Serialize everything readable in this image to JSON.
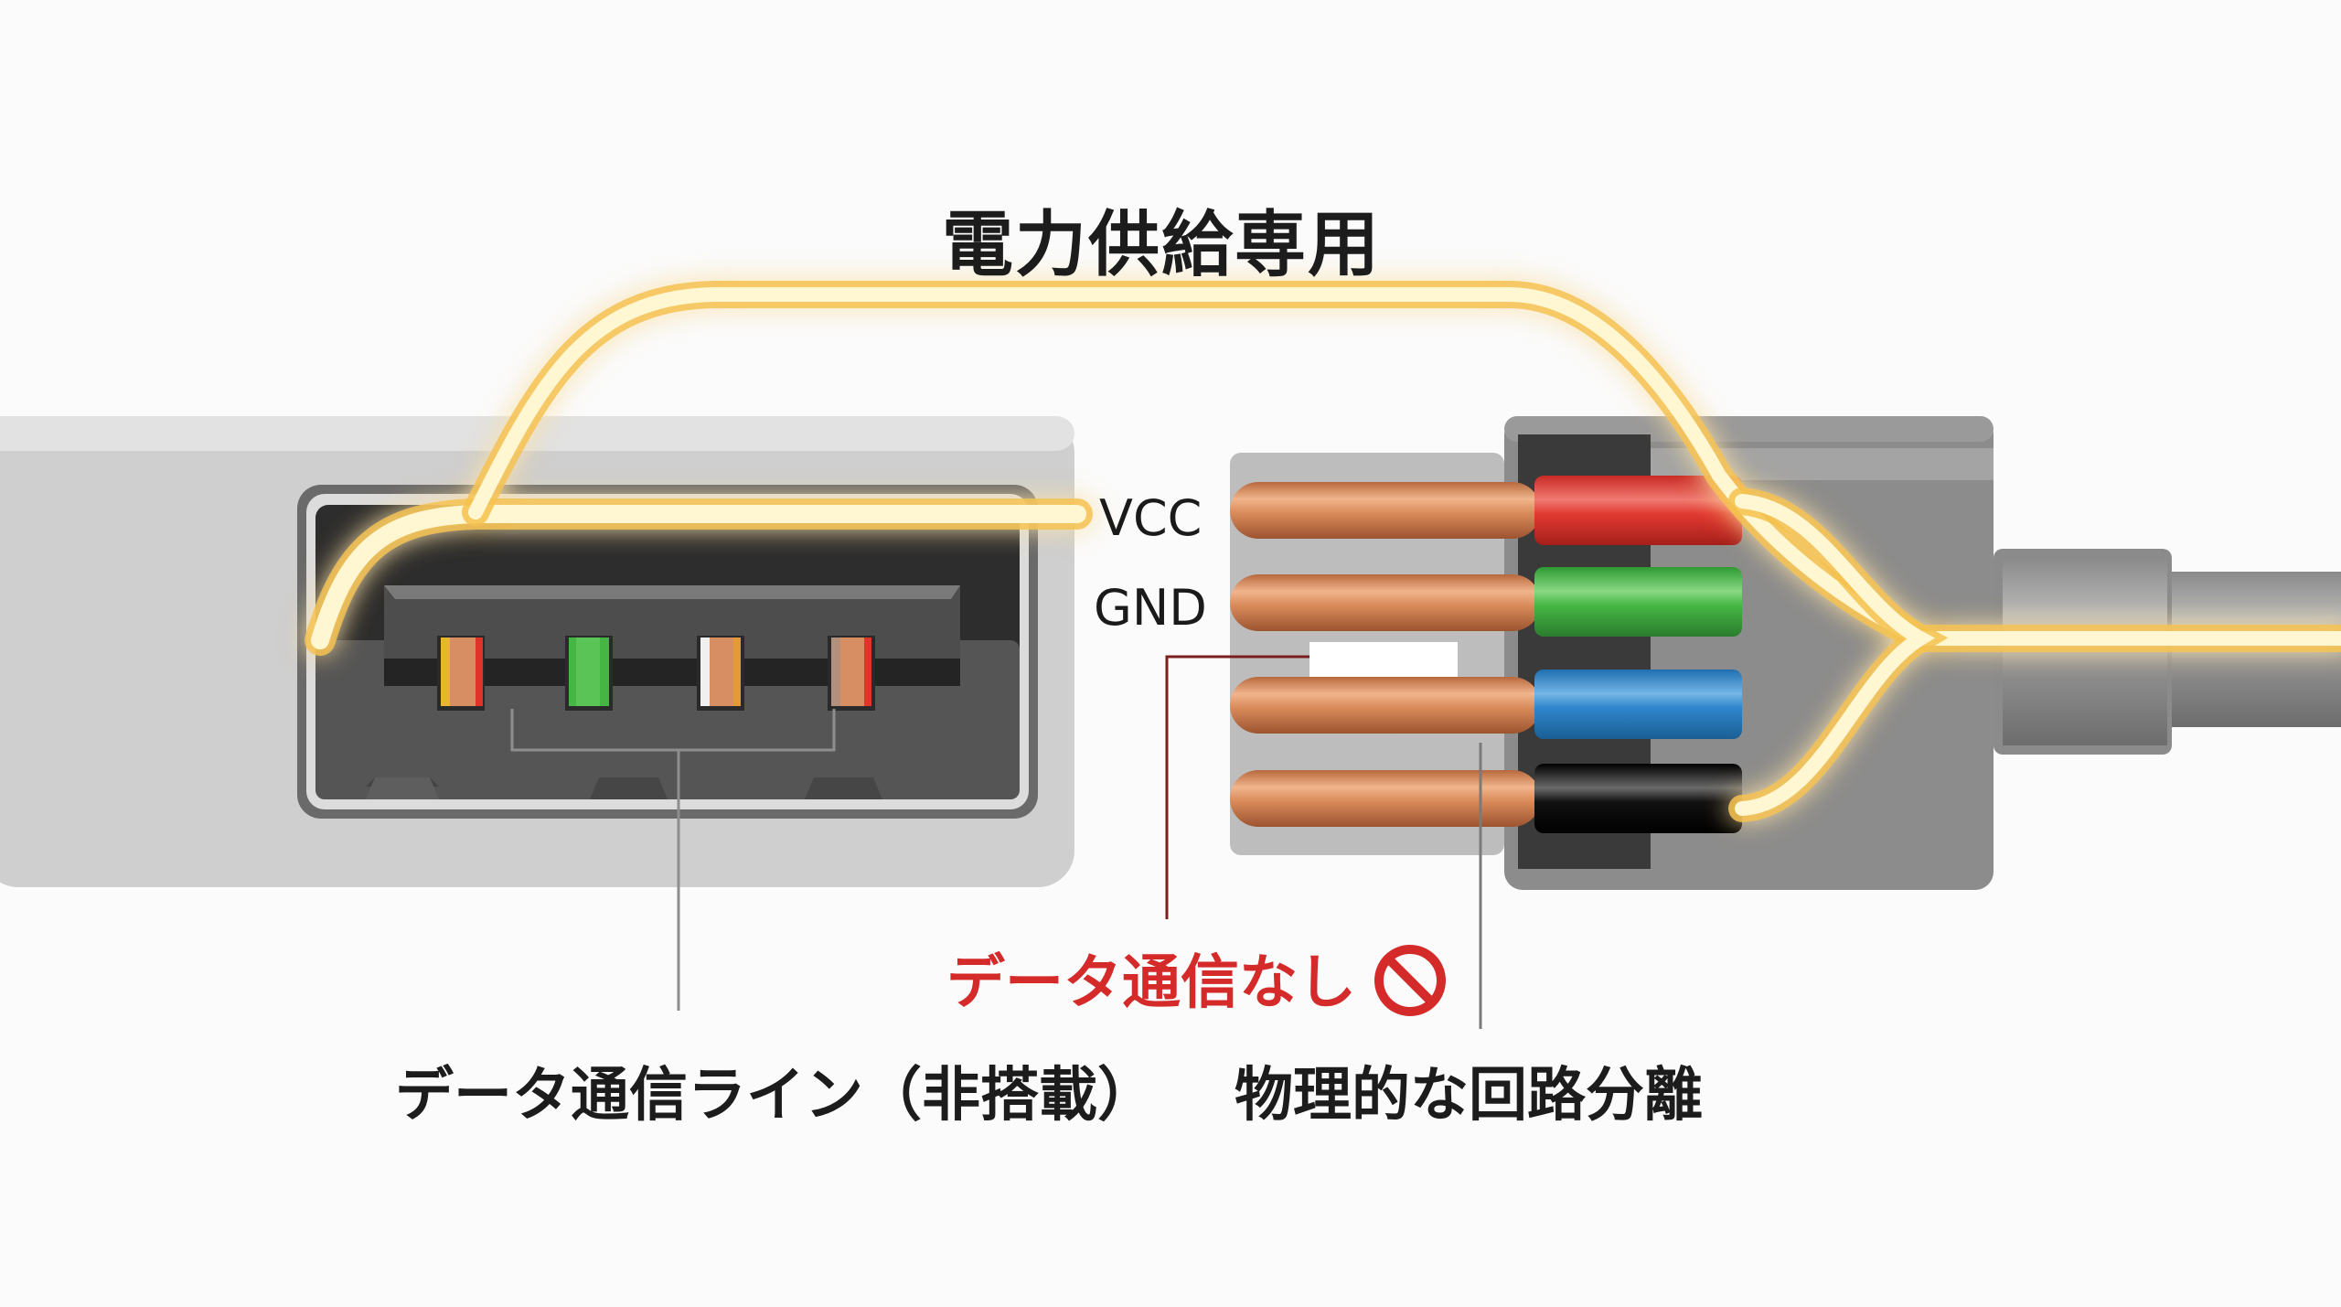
{
  "title": "電力供給専用",
  "pins": {
    "vcc": "VCC",
    "gnd": "GND"
  },
  "annotations": {
    "no_data": "データ通信なし",
    "no_data_icon": "prohibited-icon",
    "data_line": "データ通信ライン（非搭載）",
    "isolation": "物理的な回路分離"
  },
  "colors": {
    "glow": "#fff3c4",
    "glow_edge": "#f2c24a",
    "copper": "#d98a5a",
    "wire_red": "#e23a32",
    "wire_green": "#46b645",
    "wire_blue": "#2f86cc",
    "wire_black": "#111111",
    "warning_red": "#d42a2a"
  }
}
